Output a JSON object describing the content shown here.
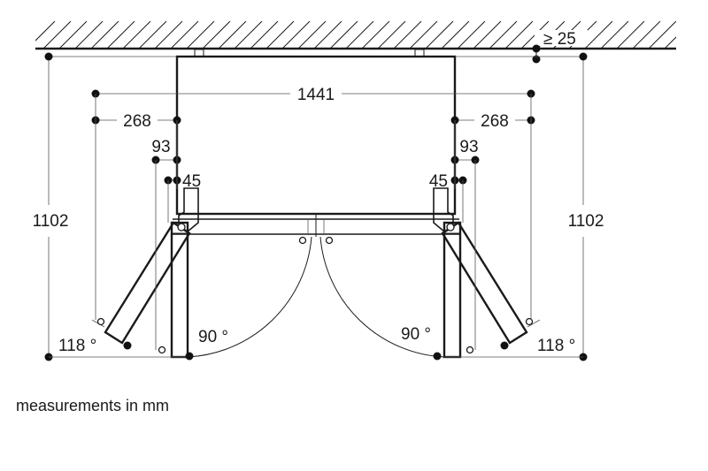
{
  "labels": {
    "wall_gap": "≥ 25",
    "total_width": "1441",
    "left_side_268": "268",
    "right_side_268": "268",
    "left_93": "93",
    "right_93": "93",
    "left_45": "45",
    "right_45": "45",
    "left_depth": "1102",
    "right_depth": "1102",
    "left_angle_118": "118 °",
    "right_angle_118": "118 °",
    "left_angle_90": "90 °",
    "right_angle_90": "90 °"
  },
  "note": "measurements in mm"
}
